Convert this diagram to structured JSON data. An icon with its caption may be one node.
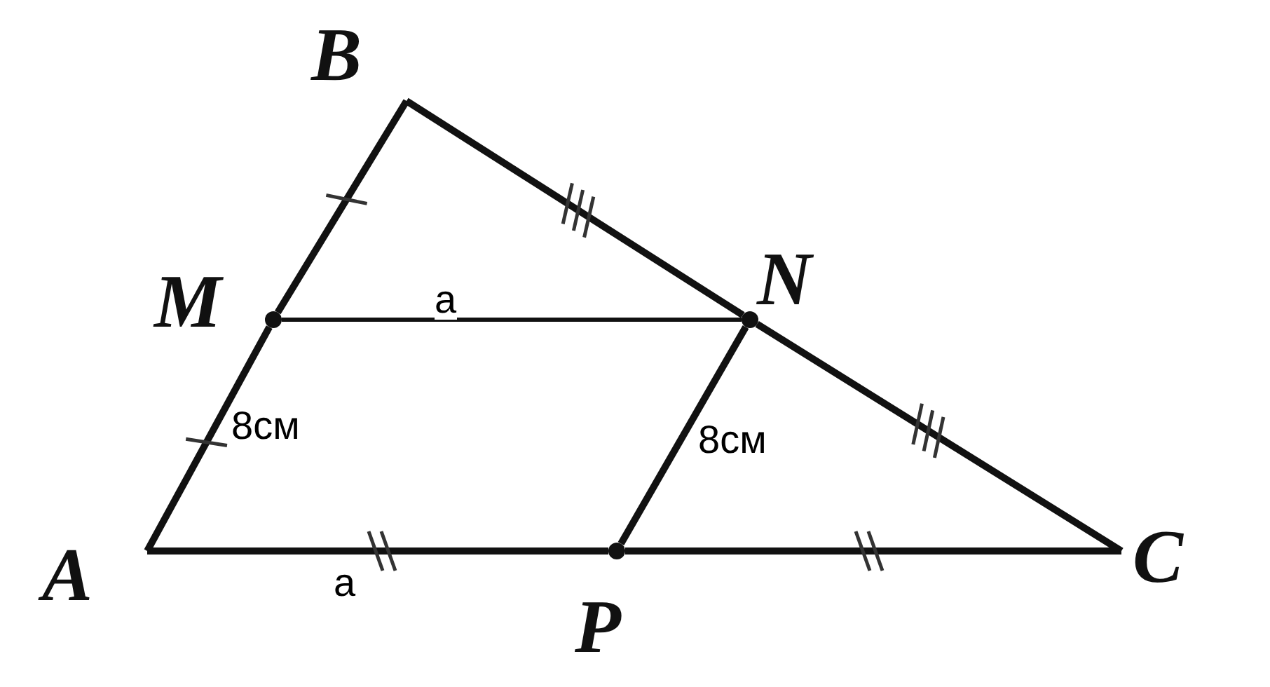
{
  "diagram": {
    "nodes": [
      {
        "text": [
          "B"
        ]
      },
      {
        "text": [],
        "shape": "circle",
        "beside": [
          "M"
        ]
      },
      {
        "text": [],
        "shape": "circle",
        "beside": [
          "N"
        ]
      },
      {
        "text": [
          "A"
        ]
      },
      {
        "text": [],
        "shape": "circle",
        "beside": [
          "P"
        ]
      },
      {
        "text": [
          "C"
        ]
      }
    ],
    "edges": [
      {
        "from": 1,
        "to": 0,
        "arrow": "none"
      },
      {
        "from": 0,
        "to": 2,
        "arrow": "none"
      },
      {
        "from": 2,
        "to": 5,
        "arrow": "none"
      },
      {
        "from": 3,
        "to": 1,
        "arrow": "none",
        "label": "8см"
      },
      {
        "from": 3,
        "to": 4,
        "arrow": "none",
        "label": "a"
      },
      {
        "from": 4,
        "to": 5,
        "arrow": "none"
      },
      {
        "from": 1,
        "to": 2,
        "arrow": "none",
        "label": "a"
      },
      {
        "from": 2,
        "to": 4,
        "arrow": "none",
        "label": "8см"
      }
    ]
  }
}
